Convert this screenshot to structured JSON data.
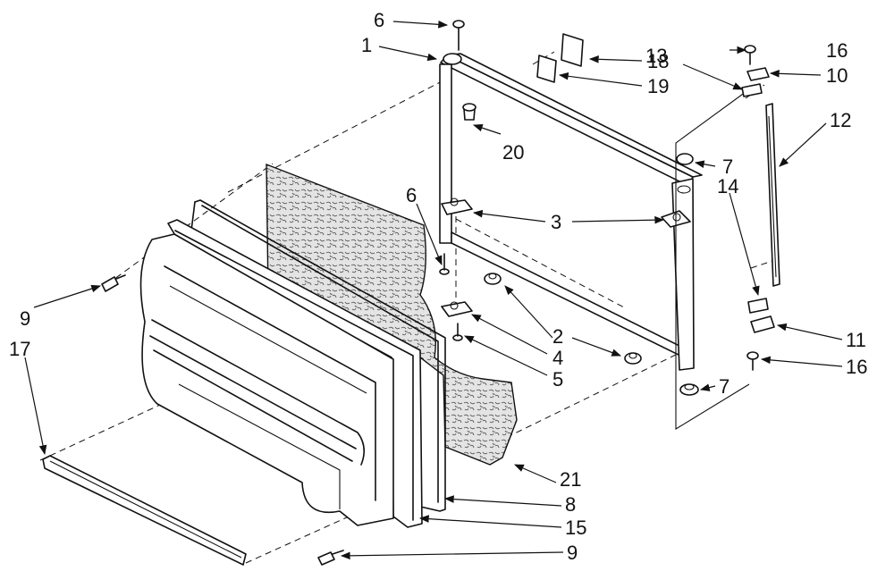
{
  "colors": {
    "ink": "#111111",
    "background": "#ffffff",
    "speckle": "#d8d8d8"
  },
  "callouts": {
    "c1": "1",
    "c2": "2",
    "c3": "3",
    "c4": "4",
    "c5": "5",
    "c6a": "6",
    "c6b": "6",
    "c7a": "7",
    "c7b": "7",
    "c8": "8",
    "c9a": "9",
    "c9b": "9",
    "c10": "10",
    "c11": "11",
    "c12": "12",
    "c13": "13",
    "c14": "14",
    "c15": "15",
    "c16a": "16",
    "c16b": "16",
    "c17": "17",
    "c18": "18",
    "c19": "19",
    "c20": "20",
    "c21": "21"
  }
}
